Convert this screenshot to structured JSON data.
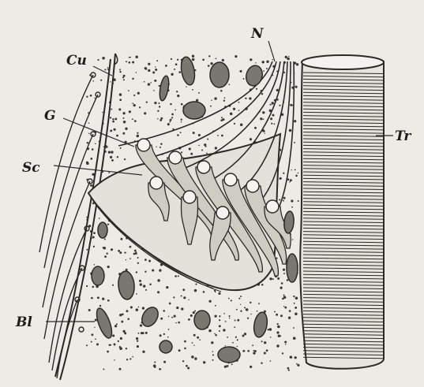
{
  "figure": {
    "labels": {
      "n": "N",
      "cu": "Cu",
      "g": "G",
      "sc": "Sc",
      "tr": "Tr",
      "bl": "Bl"
    }
  }
}
